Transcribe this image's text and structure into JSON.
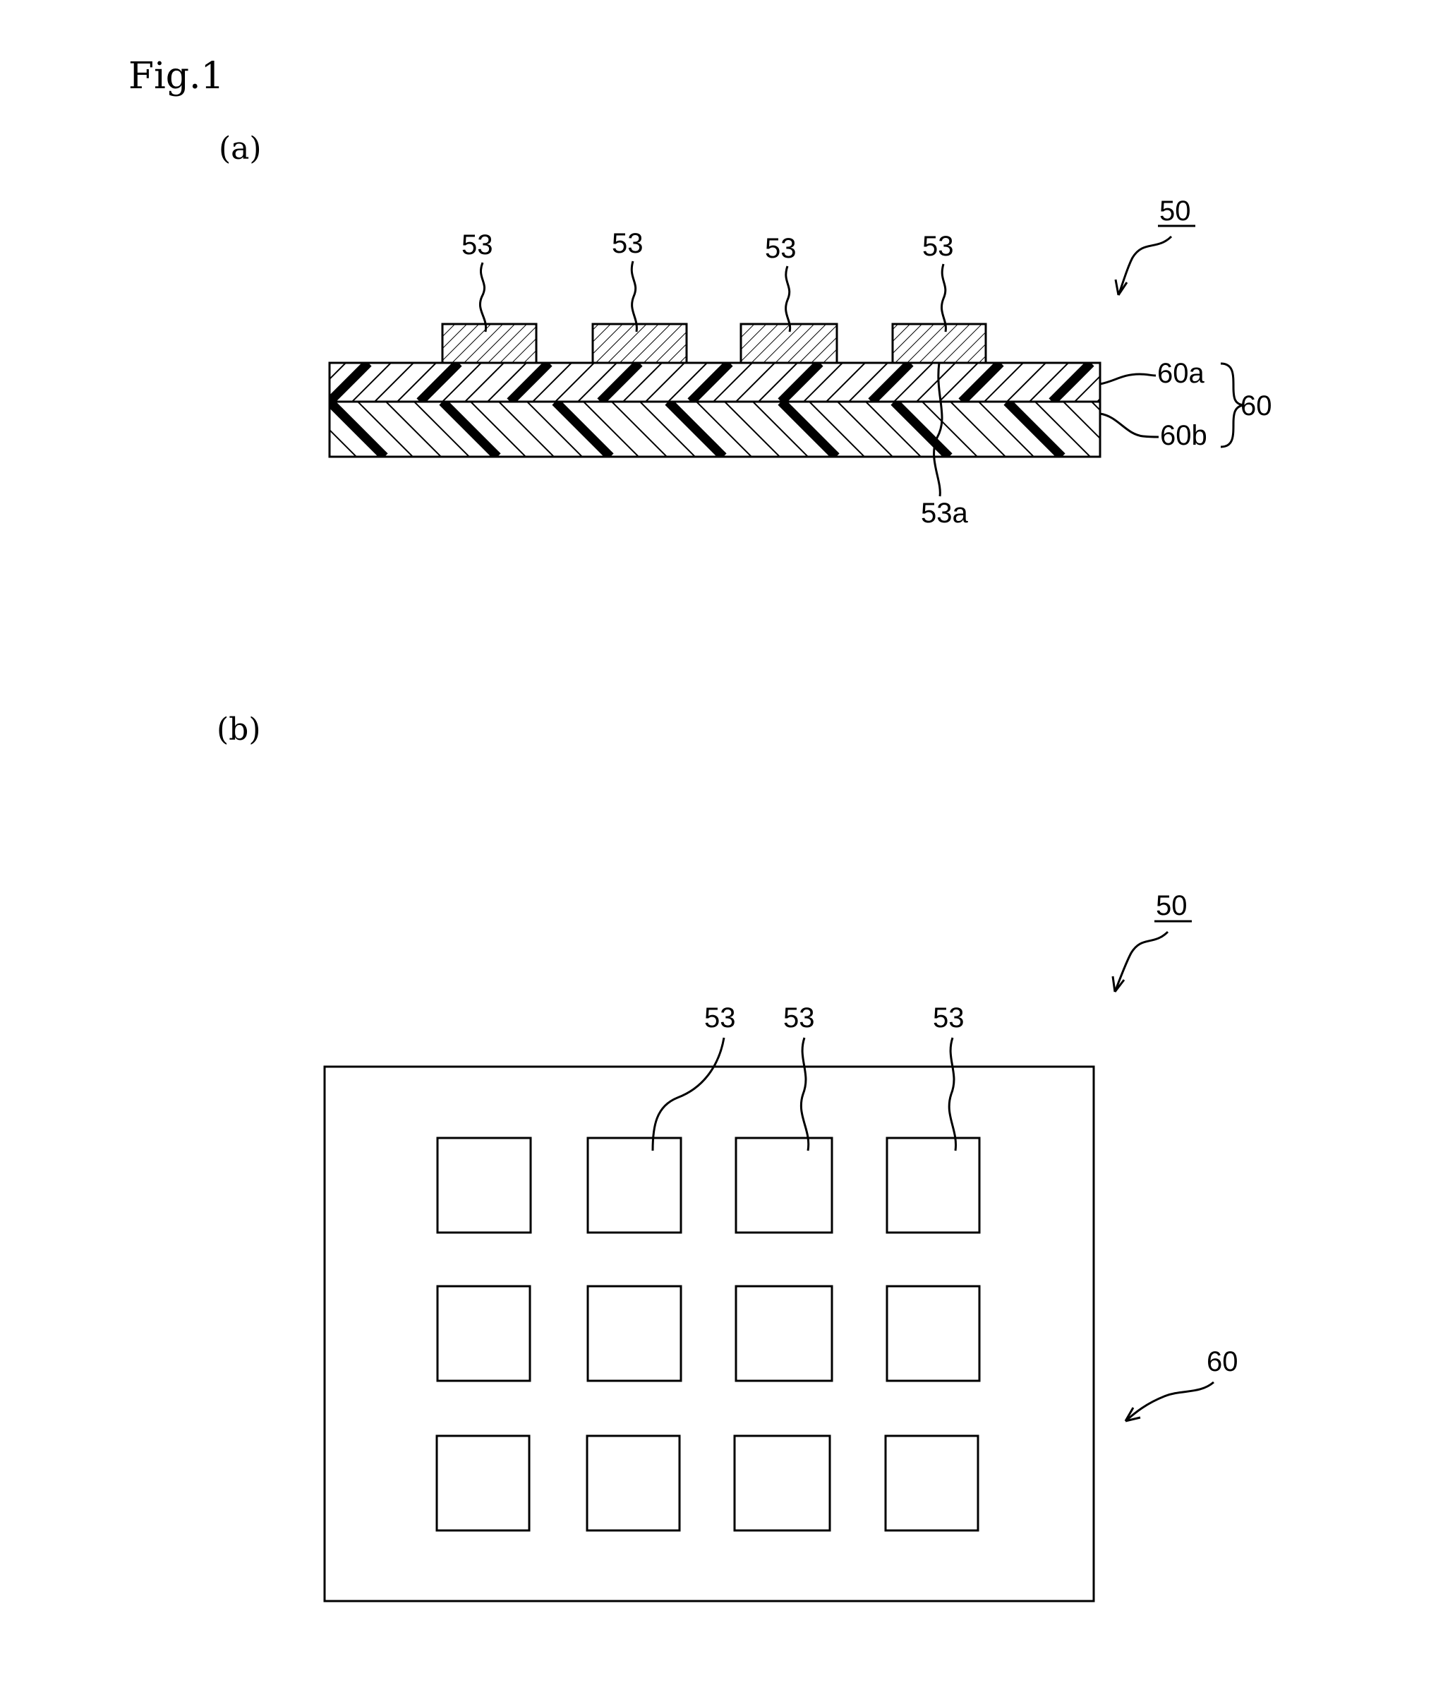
{
  "figure": {
    "title": "Fig.1",
    "panel_a": {
      "label": "(a)",
      "assembly_ref": "50",
      "element_labels": [
        "53",
        "53",
        "53",
        "53"
      ],
      "layer_a_label": "60a",
      "layer_b_label": "60b",
      "substrate_label": "60",
      "interface_label": "53a"
    },
    "panel_b": {
      "label": "(b)",
      "assembly_ref": "50",
      "element_labels": [
        "53",
        "53",
        "53"
      ],
      "substrate_label": "60"
    }
  }
}
